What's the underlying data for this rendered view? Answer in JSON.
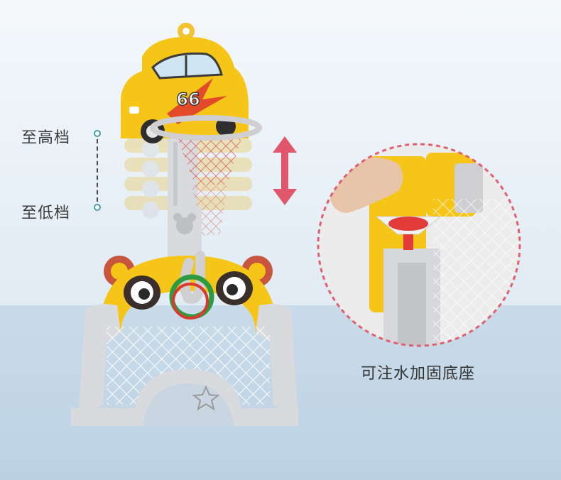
{
  "labels": {
    "high": "至高档",
    "low": "至低档",
    "caption": "可注水加固底座"
  },
  "toy": {
    "badge_number": "66"
  },
  "colors": {
    "accent_yellow": "#f5c518",
    "arrow_red": "#e0566a",
    "dashed_circle": "#e06070",
    "teal_dot": "#4a9aa8"
  }
}
